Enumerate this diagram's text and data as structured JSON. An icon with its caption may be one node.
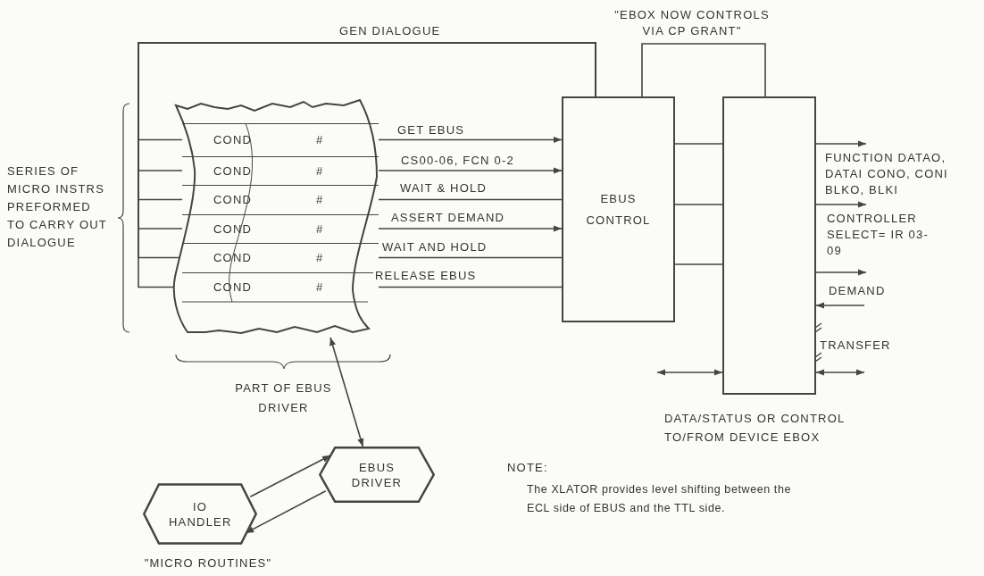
{
  "diagram": {
    "nodes": [
      {
        "text": [],
        "shape": "picture"
      },
      {
        "text": [
          "COND",
          "#"
        ],
        "in": 0
      },
      {
        "text": [
          "COND",
          "#"
        ],
        "in": 0
      },
      {
        "text": [
          "COND",
          "#"
        ],
        "in": 0
      },
      {
        "text": [
          "COND",
          "#"
        ],
        "in": 0
      },
      {
        "text": [
          "COND",
          "#"
        ],
        "in": 0
      },
      {
        "text": [
          "COND",
          "#"
        ],
        "in": 0
      },
      {
        "text": [
          "EBUS CONTROL"
        ]
      },
      {
        "text": [],
        "shape": "box",
        "beside": [
          "TRANSFER"
        ]
      },
      {
        "text": [
          "EBUS DRIVER"
        ]
      },
      {
        "text": [
          "IO HANDLER"
        ],
        "beside": [
          "\"MICRO ROUTINES\""
        ]
      }
    ],
    "edges": [
      {
        "from": 1,
        "to": 7,
        "arrow": "none",
        "label": "GEN DIALOGUE"
      },
      {
        "from": 2,
        "to": 7,
        "arrow": "none"
      },
      {
        "from": 3,
        "to": 7,
        "arrow": "none"
      },
      {
        "from": 4,
        "to": 7,
        "arrow": "none"
      },
      {
        "from": 5,
        "to": 7,
        "arrow": "none"
      },
      {
        "from": 6,
        "to": 7,
        "arrow": "none"
      },
      {
        "from": 1,
        "to": 7,
        "arrow": "to",
        "label": "GET EBUS"
      },
      {
        "from": 2,
        "to": 7,
        "arrow": "to",
        "label": "CS00-06, FCN 0-2"
      },
      {
        "from": 3,
        "to": 7,
        "arrow": "none",
        "label": "WAIT & HOLD"
      },
      {
        "from": 4,
        "to": 7,
        "arrow": "to",
        "label": "ASSERT DEMAND"
      },
      {
        "from": 5,
        "to": 7,
        "arrow": "none",
        "label": "WAIT AND HOLD"
      },
      {
        "from": 6,
        "to": 7,
        "arrow": "none",
        "label": "RELEASE EBUS"
      },
      {
        "from": 7,
        "to": 8,
        "arrow": "none",
        "label": "\"EBOX NOW CONTROLS VIA CP GRANT\""
      },
      {
        "from": 7,
        "to": 8,
        "arrow": "none"
      },
      {
        "from": 7,
        "to": 8,
        "arrow": "none"
      },
      {
        "from": 7,
        "to": 8,
        "arrow": "none"
      },
      {
        "from": 8,
        "to": null,
        "arrow": "to",
        "label": "FUNCTION DATAO, DATAI CONO, CONI BLKO, BLKI"
      },
      {
        "from": 8,
        "to": null,
        "arrow": "to",
        "label": "CONTROLLER SELECT= IR 03-09"
      },
      {
        "from": 8,
        "to": null,
        "arrow": "to"
      },
      {
        "from": null,
        "to": 8,
        "arrow": "to",
        "label": "DEMAND"
      },
      {
        "from": null,
        "to": 8,
        "arrow": "both"
      },
      {
        "from": 8,
        "to": null,
        "arrow": "both"
      },
      {
        "from": 0,
        "to": 9,
        "arrow": "both"
      },
      {
        "from": 10,
        "to": 9,
        "arrow": "to"
      },
      {
        "from": 9,
        "to": 10,
        "arrow": "to"
      }
    ],
    "labels": [
      "SERIES OF MICRO INSTRS PREFORMED TO CARRY OUT DIALOGUE",
      "PART OF EBUS DRIVER",
      "DATA/STATUS OR CONTROL TO/FROM DEVICE EBOX",
      "NOTE:",
      "The XLATOR provides level shifting between the ECL side of EBUS and the TTL side."
    ]
  }
}
